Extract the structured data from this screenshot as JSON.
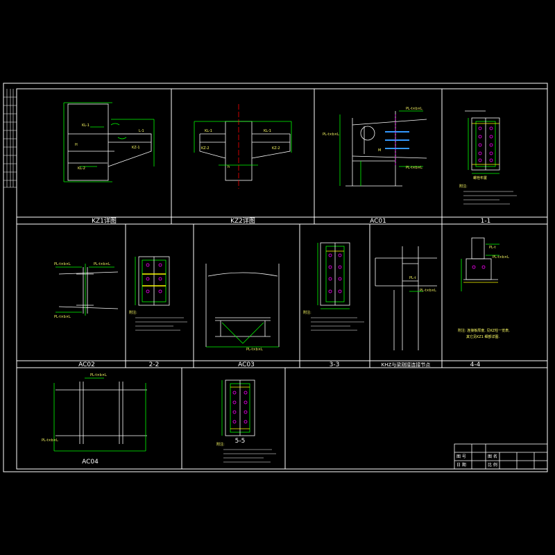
{
  "colors": {
    "background": "#000000",
    "frame": "#ffffff",
    "geometry": "#ffffff",
    "dimension": "#00ff00",
    "annotation": "#ffff00",
    "bolt": "#ff00ff",
    "plate_highlight": "#3399ff",
    "axis": "#ff0000"
  },
  "panels": {
    "p1": {
      "title": "KZ1详图"
    },
    "p2": {
      "title": "KZ2详图"
    },
    "p3": {
      "title": "AC01"
    },
    "p4": {
      "title": "1-1"
    },
    "p5": {
      "title": "AC02"
    },
    "p6": {
      "title": "2-2"
    },
    "p7": {
      "title": "AC03"
    },
    "p8": {
      "title": "3-3"
    },
    "p9": {
      "title": "KHZ与梁刚接连接节点"
    },
    "p10": {
      "title": "4-4"
    },
    "p11": {
      "title": "AC04"
    },
    "p12": {
      "title": "5-5"
    }
  },
  "notes": {
    "note_heading": "附注:",
    "p4_sub": "螺栓布置",
    "p10_note_1": "附注: 连接板厚度, 见KZ柱一览表,",
    "p10_note_2": "其它见KZ1 细部详图."
  },
  "title_block": {
    "row1_a": "图 号",
    "row1_b": "图 名",
    "row2_a": "日 期",
    "row2_b": "比 例"
  }
}
